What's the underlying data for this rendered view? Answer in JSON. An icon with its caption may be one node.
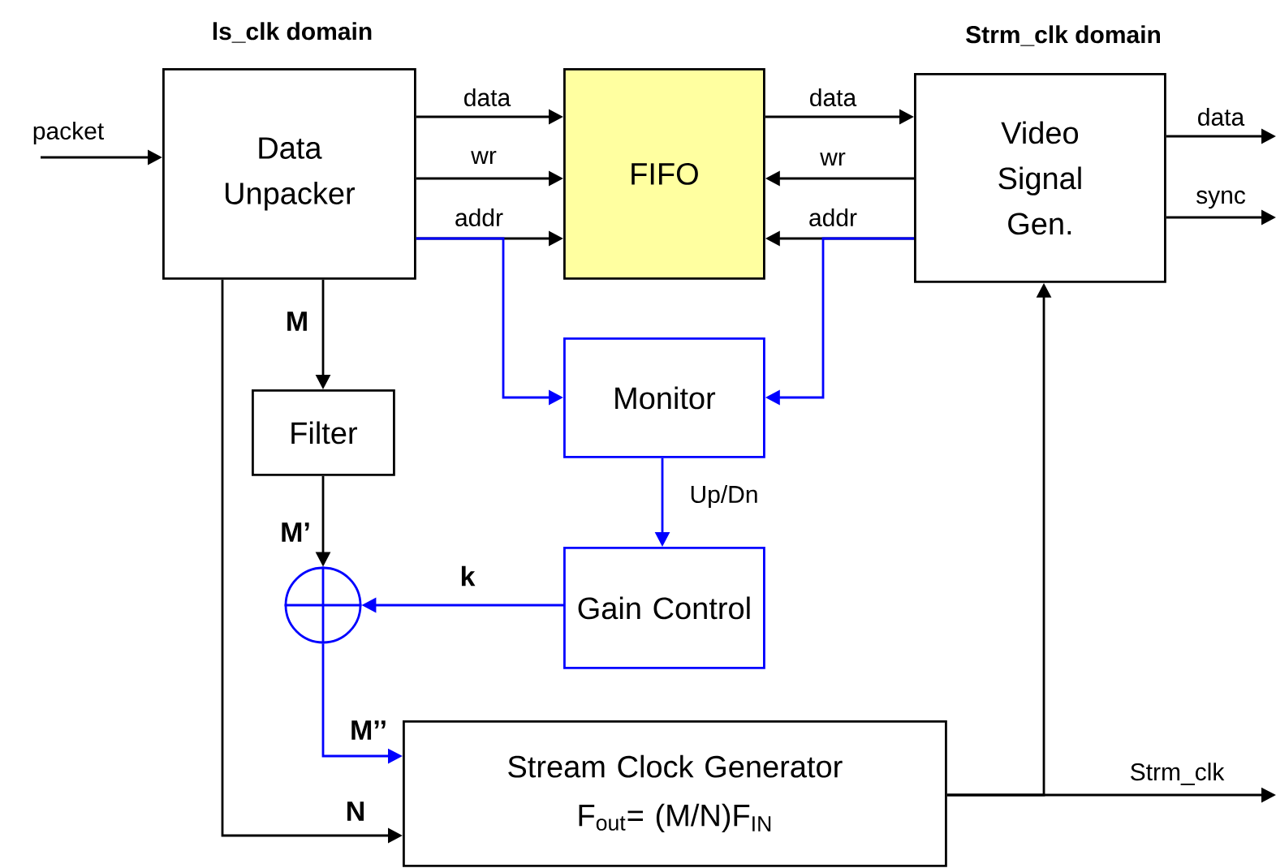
{
  "diagram": {
    "nodes": [
      {
        "text": [
          "Data Unpacker"
        ],
        "beside": [
          "ls_clk domain"
        ]
      },
      {
        "text": [
          "FIFO"
        ]
      },
      {
        "text": [
          "Video Signal Gen."
        ],
        "beside": [
          "Strm_clk domain"
        ]
      },
      {
        "text": [
          "Filter"
        ]
      },
      {
        "text": [
          "Monitor"
        ]
      },
      {
        "text": [
          "Gain Control"
        ]
      },
      {
        "text": [],
        "shape": "circle"
      },
      {
        "text": [
          "Stream Clock Generator",
          "F$_{out}$= (M/N)F$_{IN}$"
        ]
      }
    ],
    "edges": [
      {
        "from": null,
        "to": 0,
        "arrow": "to",
        "label": "packet"
      },
      {
        "from": 0,
        "to": 1,
        "arrow": "to",
        "label": "data"
      },
      {
        "from": 0,
        "to": 1,
        "arrow": "to",
        "label": "wr"
      },
      {
        "from": 0,
        "to": 1,
        "arrow": "to",
        "label": "addr"
      },
      {
        "from": 1,
        "to": 2,
        "arrow": "to",
        "label": "data"
      },
      {
        "from": 2,
        "to": 1,
        "arrow": "to",
        "label": "wr"
      },
      {
        "from": 2,
        "to": 1,
        "arrow": "to",
        "label": "addr"
      },
      {
        "from": 2,
        "to": null,
        "arrow": "to",
        "label": "data"
      },
      {
        "from": 2,
        "to": null,
        "arrow": "to",
        "label": "sync"
      },
      {
        "from": 0,
        "to": 3,
        "arrow": "to",
        "label": "M"
      },
      {
        "from": 0,
        "to": 4,
        "arrow": "to",
        "color": "#0000ff"
      },
      {
        "from": 2,
        "to": 4,
        "arrow": "to",
        "color": "#0000ff"
      },
      {
        "from": 4,
        "to": 5,
        "arrow": "to",
        "label": "Up/Dn",
        "color": "#0000ff"
      },
      {
        "from": 3,
        "to": 6,
        "arrow": "to",
        "label": "M’"
      },
      {
        "from": 5,
        "to": 6,
        "arrow": "to",
        "label": "k",
        "color": "#0000ff"
      },
      {
        "from": 6,
        "to": 7,
        "arrow": "to",
        "label": "M’’",
        "color": "#0000ff"
      },
      {
        "from": 0,
        "to": 7,
        "arrow": "to",
        "label": "N"
      },
      {
        "from": 7,
        "to": 2,
        "arrow": "to"
      },
      {
        "from": 7,
        "to": null,
        "arrow": "to",
        "label": "Strm_clk"
      }
    ]
  }
}
